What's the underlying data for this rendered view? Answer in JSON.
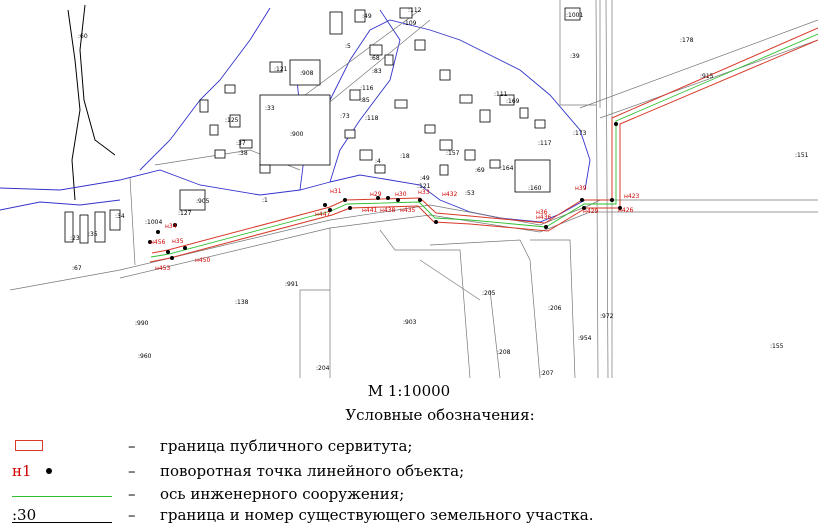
{
  "map": {
    "scale_text": "М 1:10000",
    "colors": {
      "servitude": "#d83a2a",
      "axis": "#2fbf2f",
      "boundary": "#3333cc",
      "road": "#000000"
    },
    "parcel_labels": [
      ":60",
      ":49",
      ":112",
      ":1001",
      ":109",
      ":178",
      ":39",
      ":121",
      ":908",
      ":5",
      ":68",
      ":83",
      ":33",
      ":125",
      ":900",
      ":116",
      ":118",
      ":73",
      ":85",
      ":151",
      ":915",
      ":169",
      ":164",
      ":111",
      ":4",
      ":37",
      ":38",
      ":117",
      ":157",
      ":173",
      ":18",
      ":49",
      ":69",
      ":53",
      ":160",
      ":121",
      ":905",
      ":1",
      ":34",
      ":1004",
      ":127",
      ":23",
      ":35",
      ":67",
      ":991",
      ":138",
      ":205",
      ":206",
      ":972",
      ":903",
      ":990",
      ":954",
      ":960",
      ":208",
      ":155",
      ":204",
      ":207"
    ],
    "point_labels": [
      "н31",
      "н447",
      "н441",
      "н438",
      "н435",
      "н432",
      "н436",
      "н429",
      "н426",
      "н423",
      "н39",
      "н456",
      "н453",
      "н450",
      "н33",
      "н36",
      "н30",
      "н29",
      "н34",
      "н35"
    ]
  },
  "legend": {
    "title": "Условные обозначения:",
    "items": [
      {
        "marker_text": "",
        "dash": "–",
        "text": "граница публичного сервитута;"
      },
      {
        "marker_text": "н1",
        "dash": "–",
        "text": "поворотная точка линейного объекта;"
      },
      {
        "marker_text": "",
        "dash": "–",
        "text": "ось инженерного сооружения;"
      },
      {
        "marker_text": ":30",
        "dash": "–",
        "text": "граница и номер существующего земельного участка."
      }
    ]
  }
}
